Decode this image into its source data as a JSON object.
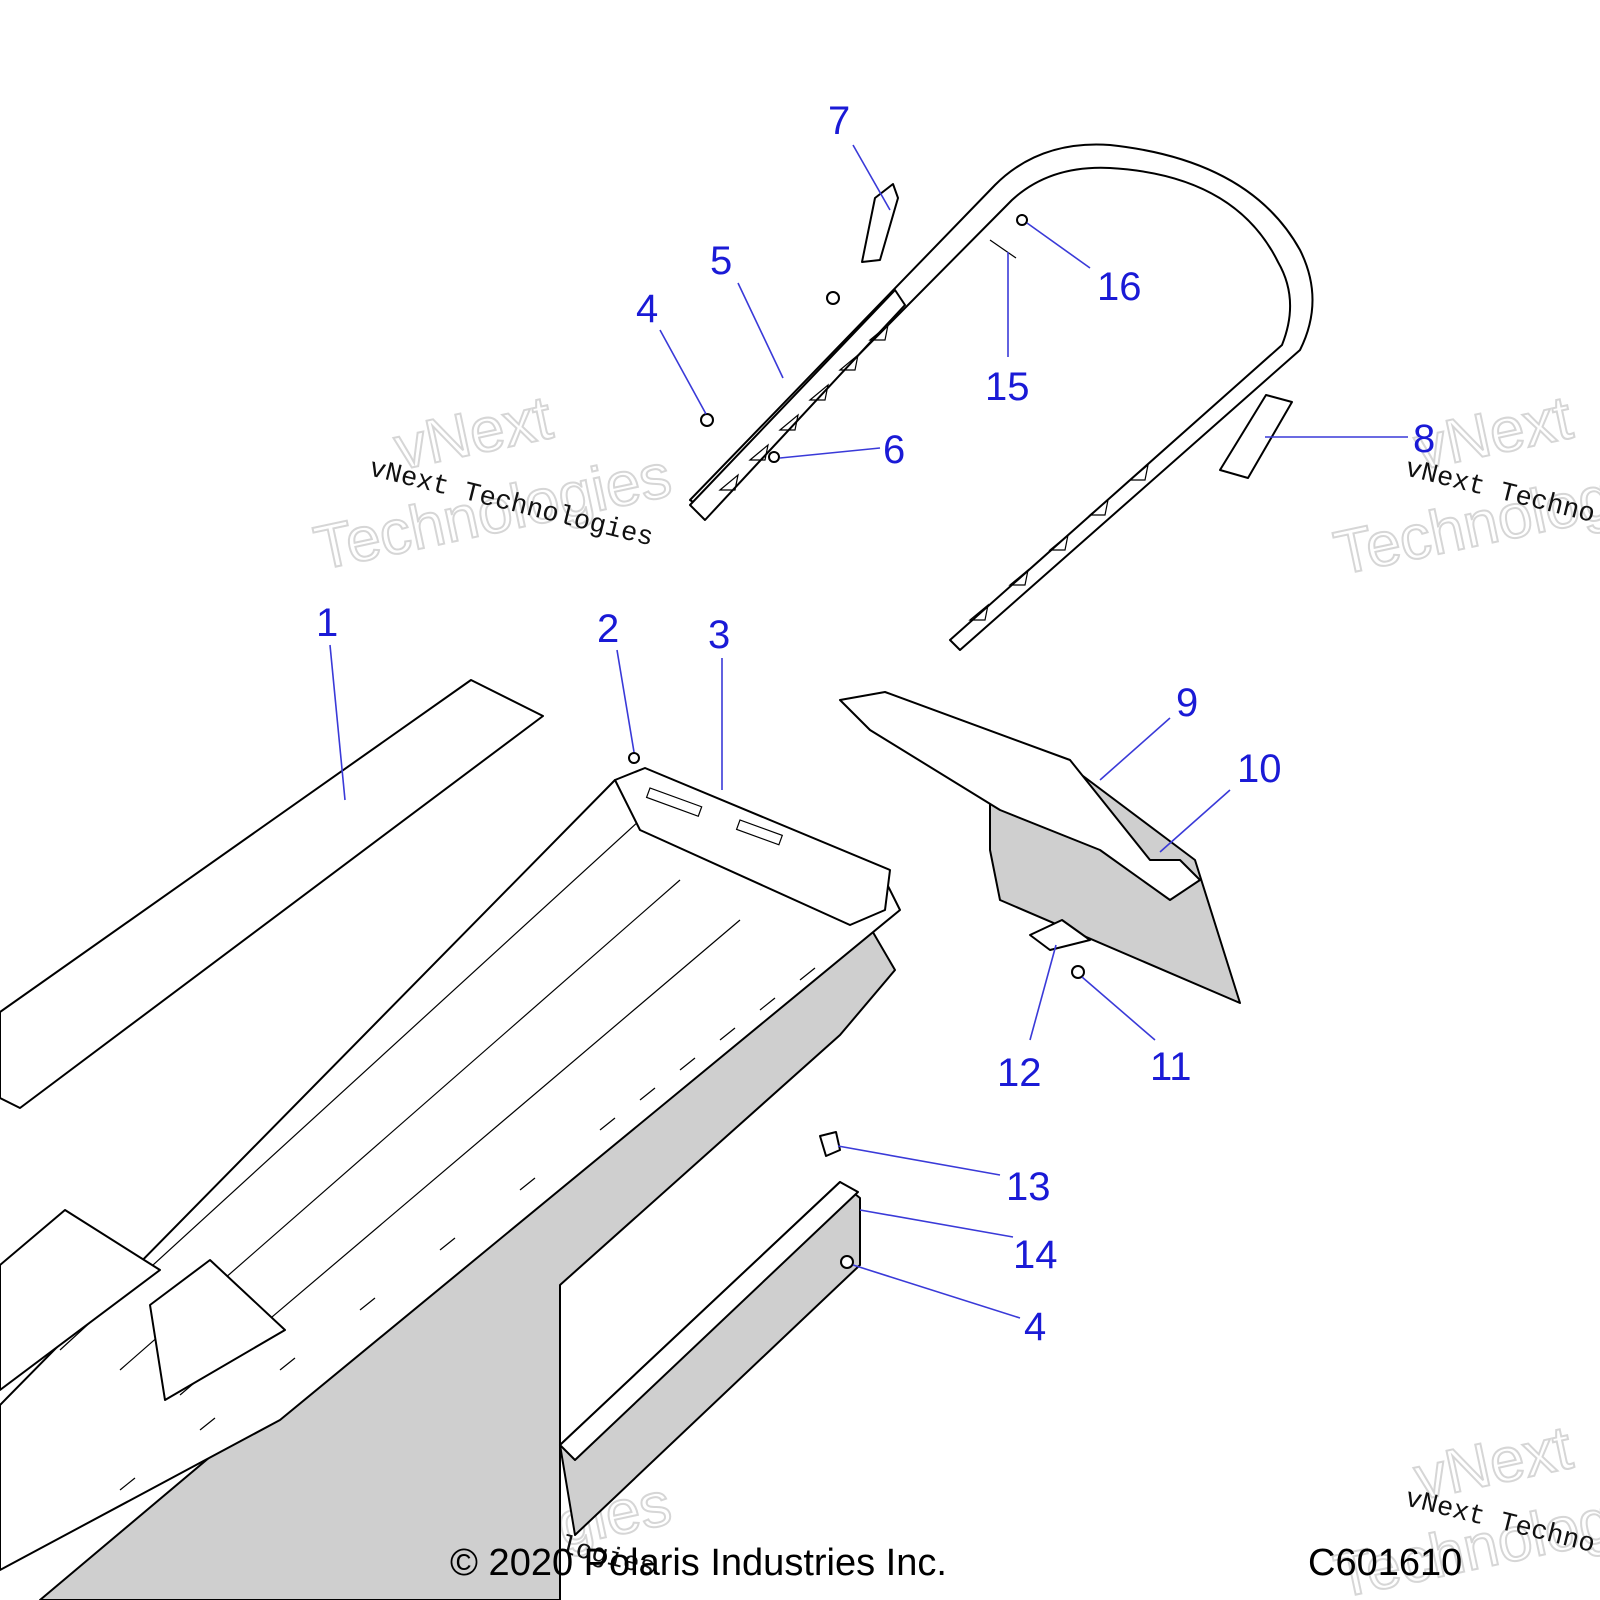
{
  "diagram": {
    "callouts": [
      "1",
      "2",
      "3",
      "4",
      "5",
      "6",
      "7",
      "8",
      "9",
      "10",
      "11",
      "12",
      "13",
      "14",
      "15",
      "16",
      "4"
    ],
    "watermark": {
      "line1": "vNext",
      "line2": "Technologies",
      "mono": "vNext Technologies"
    },
    "footer": {
      "copyright": "© 2020 Polaris Industries Inc.",
      "code": "C601610"
    },
    "colors": {
      "callout": "#1a1ad6",
      "line_art": "#000000",
      "watermark": "#d6d6d6"
    }
  }
}
